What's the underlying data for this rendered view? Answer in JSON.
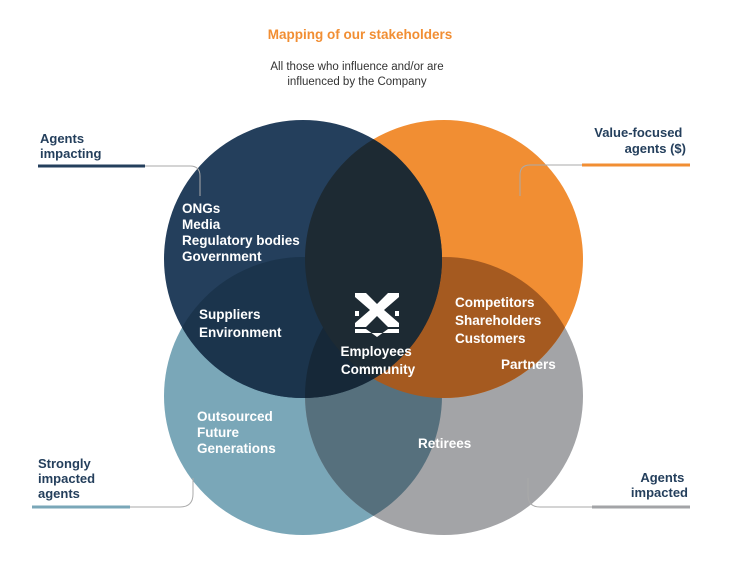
{
  "title": "Mapping of our stakeholders",
  "subtitle_lines": [
    "All those who influence and/or are",
    "influenced by the Company"
  ],
  "corners": {
    "top_left": [
      "Agents",
      "impacting"
    ],
    "top_right": [
      "Value-focused",
      "agents ($)"
    ],
    "bottom_left": [
      "Strongly",
      "impacted",
      "agents"
    ],
    "bottom_right": [
      "Agents",
      "impacted"
    ]
  },
  "groups": {
    "navy_only": [
      "ONGs",
      "Media",
      "Regulatory bodies",
      "Government"
    ],
    "navy_teal": [
      "Suppliers",
      "Environment"
    ],
    "navy_orange_grey": [
      "Competitors",
      "Shareholders",
      "Customers"
    ],
    "center": [
      "Employees",
      "Community"
    ],
    "orange_grey": [
      "Partners"
    ],
    "teal_only": [
      "Outsourced",
      "Future",
      "Generations"
    ],
    "teal_grey": [
      "Retirees"
    ]
  },
  "colors": {
    "navy": "#243f5c",
    "orange": "#f18e33",
    "teal": "#7aa7b8",
    "grey": "#a3a4a7",
    "title": "#f18e33",
    "text_dark": "#243f5c"
  },
  "icons": [
    "company-logo-icon"
  ]
}
